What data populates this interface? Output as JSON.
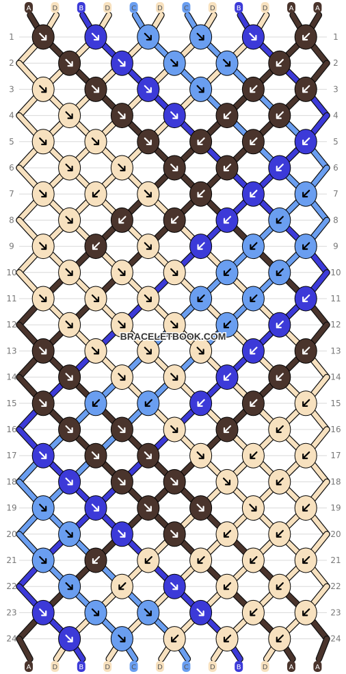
{
  "colors": {
    "A": "#4a342c",
    "B": "#3c3ad8",
    "C": "#6a9ef0",
    "D": "#f7e1bf"
  },
  "strands": [
    "A",
    "D",
    "B",
    "D",
    "C",
    "D",
    "C",
    "D",
    "B",
    "D",
    "A",
    "A"
  ],
  "rows": [
    [
      "f",
      "f",
      "f",
      "f",
      "f",
      "b"
    ],
    [
      "f",
      "f",
      "f",
      "f",
      "b"
    ],
    [
      "f",
      "f",
      "f",
      "f",
      "b",
      "b"
    ],
    [
      "f",
      "f",
      "f",
      "b",
      "b"
    ],
    [
      "f",
      "f",
      "f",
      "b",
      "b",
      "b"
    ],
    [
      "f",
      "f",
      "f",
      "b",
      "b"
    ],
    [
      "f",
      "b",
      "f",
      "b",
      "b",
      "b"
    ],
    [
      "f",
      "b",
      "b",
      "b",
      "b"
    ],
    [
      "f",
      "b",
      "f",
      "b",
      "b",
      "b"
    ],
    [
      "f",
      "f",
      "f",
      "b",
      "b"
    ],
    [
      "f",
      "f",
      "f",
      "b",
      "b",
      "b"
    ],
    [
      "f",
      "f",
      "f",
      "b",
      "b"
    ],
    [
      "f",
      "f",
      "f",
      "f",
      "b",
      "b"
    ],
    [
      "f",
      "f",
      "f",
      "b",
      "b"
    ],
    [
      "f",
      "b",
      "b",
      "b",
      "b",
      "b"
    ],
    [
      "f",
      "f",
      "f",
      "b",
      "b"
    ],
    [
      "f",
      "f",
      "f",
      "f",
      "b",
      "b"
    ],
    [
      "f",
      "f",
      "f",
      "f",
      "b"
    ],
    [
      "f",
      "f",
      "f",
      "f",
      "f",
      "b"
    ],
    [
      "f",
      "f",
      "f",
      "b",
      "b"
    ],
    [
      "f",
      "b",
      "b",
      "b",
      "b",
      "b"
    ],
    [
      "f",
      "b",
      "f",
      "b",
      "b"
    ],
    [
      "f",
      "f",
      "f",
      "f",
      "b",
      "b"
    ],
    [
      "f",
      "f",
      "b",
      "b",
      "b"
    ]
  ],
  "row_numbers": [
    "1",
    "2",
    "3",
    "4",
    "5",
    "6",
    "7",
    "8",
    "9",
    "10",
    "11",
    "12",
    "13",
    "14",
    "15",
    "16",
    "17",
    "18",
    "19",
    "20",
    "21",
    "22",
    "23",
    "24"
  ],
  "watermark": "BRACELETBOOK.COM"
}
